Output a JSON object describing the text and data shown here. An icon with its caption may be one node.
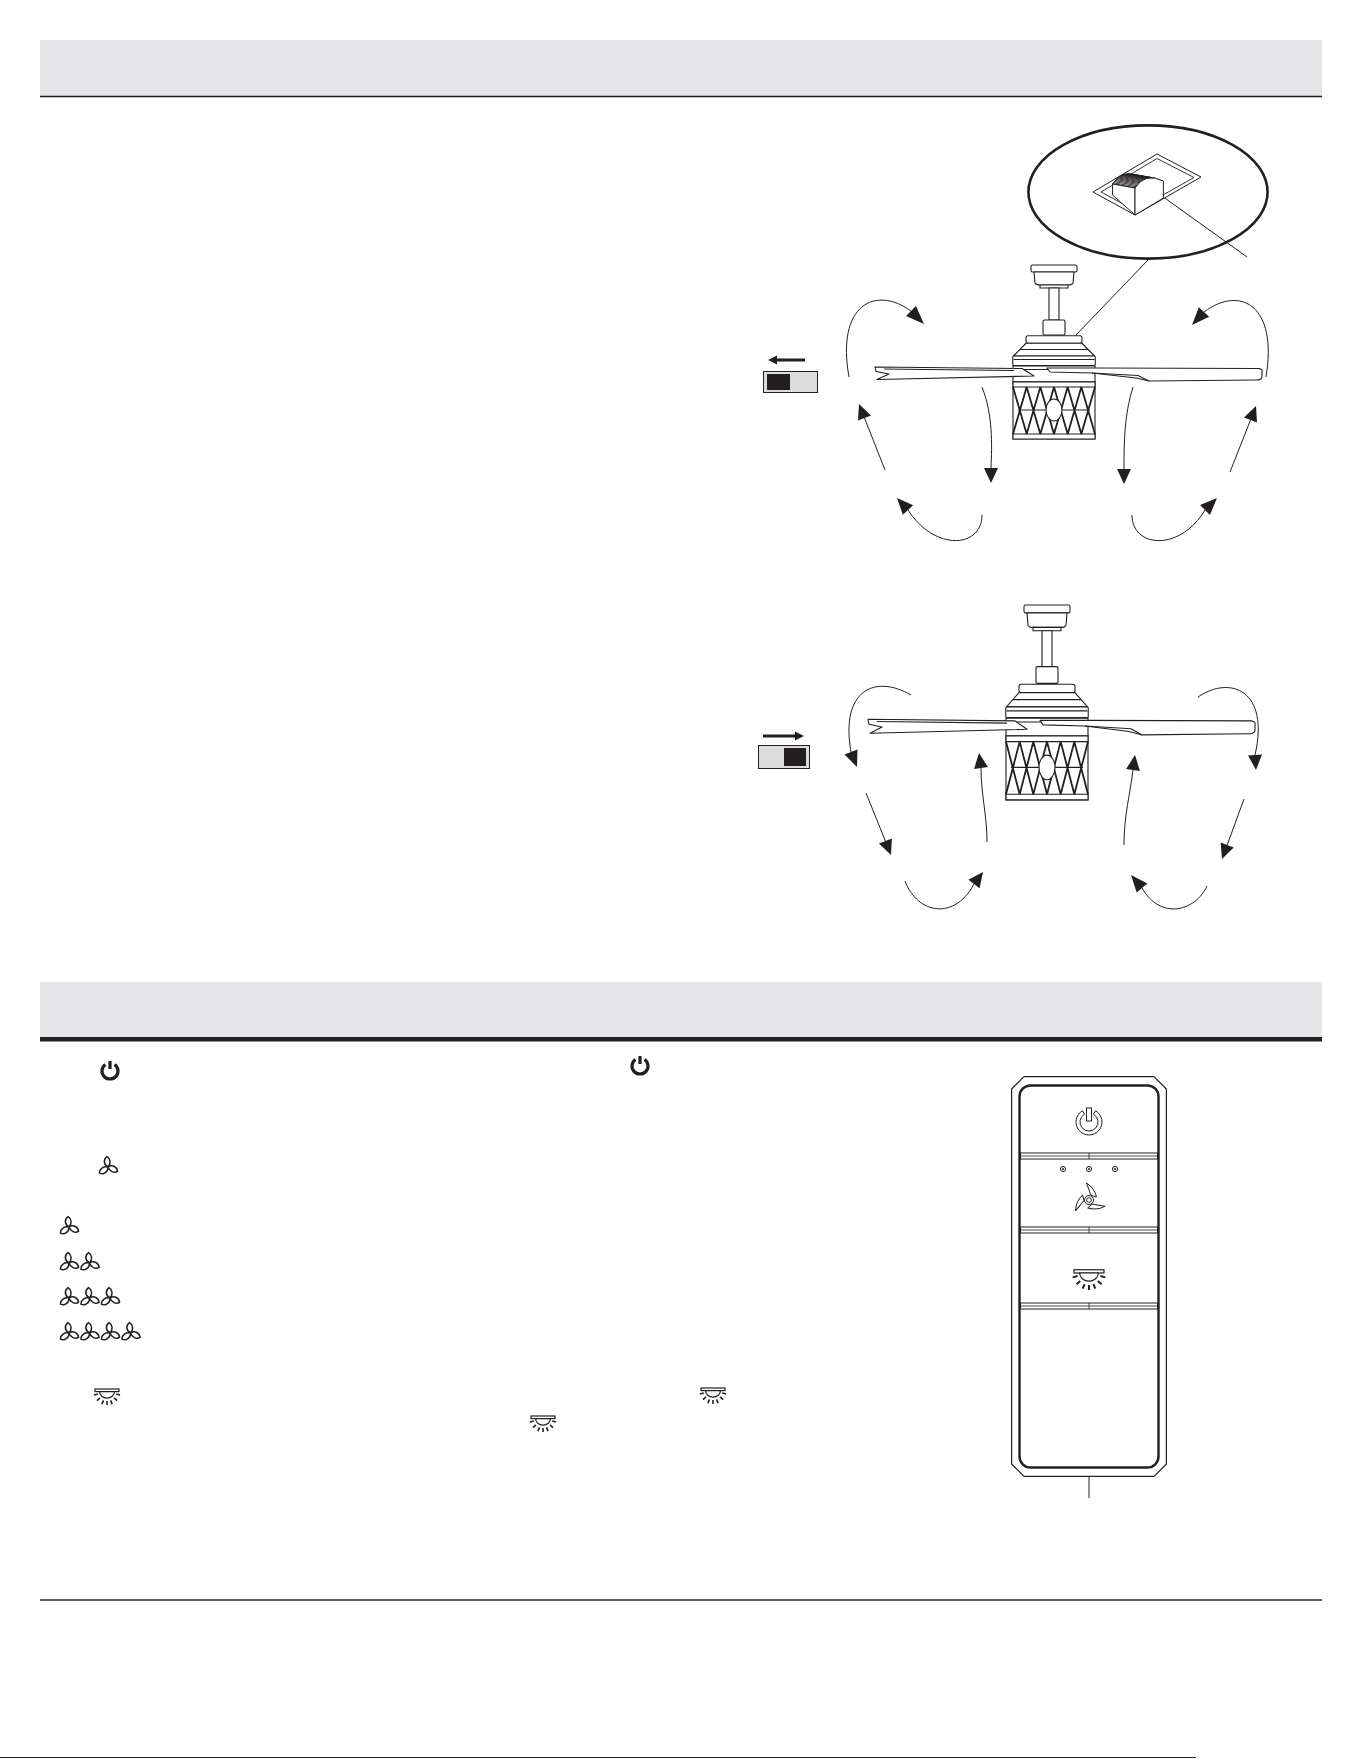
{
  "diagram": {
    "nodes": [
      {
        "text": [],
        "shape": "circle"
      },
      {
        "text": [],
        "shape": "picture",
        "in": 0
      },
      {
        "text": [],
        "shape": "picture"
      },
      {
        "text": [],
        "shape": "picture"
      }
    ],
    "edges": [
      {
        "from": 0,
        "to": 2,
        "arrow": "none"
      },
      {
        "from": null,
        "to": 1,
        "arrow": "none"
      },
      {
        "from": null,
        "to": 3,
        "arrow": "none"
      }
    ]
  }
}
